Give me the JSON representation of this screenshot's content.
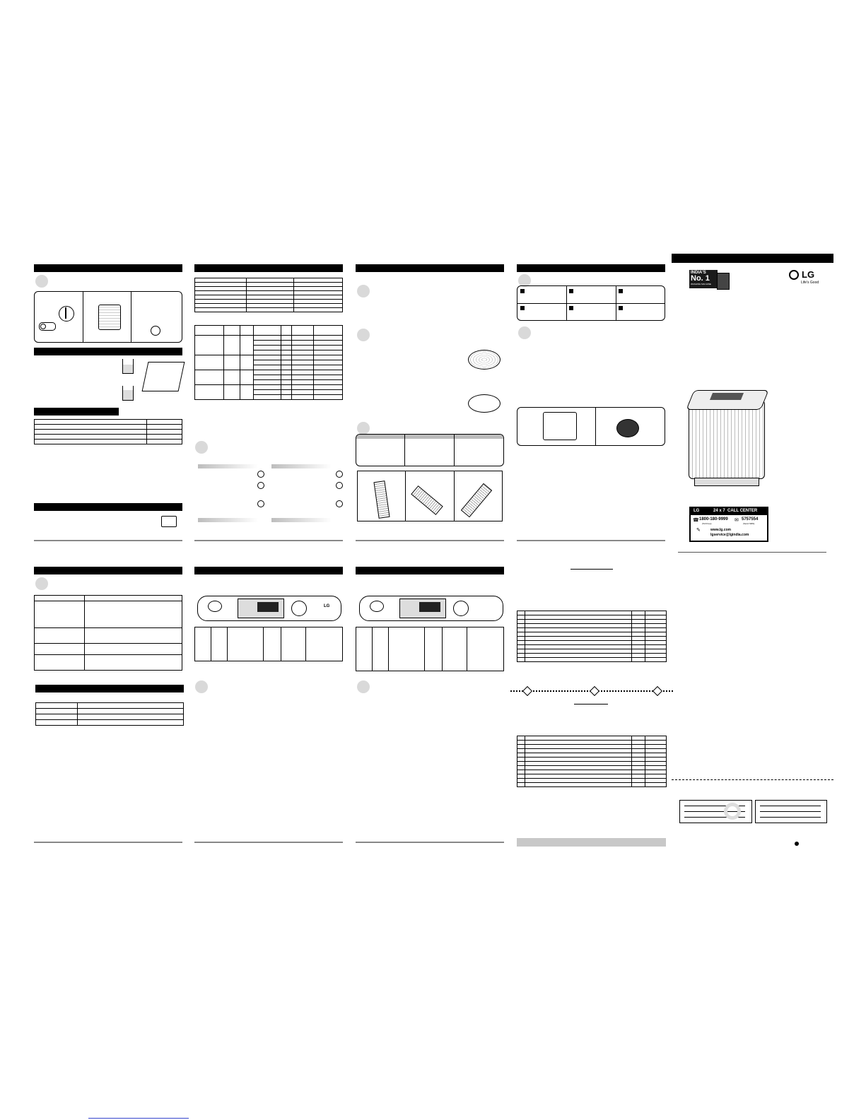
{
  "cover": {
    "badge_line1": "INDIA'S",
    "badge_line2": "No. 1",
    "badge_line3": "WASHING MACHINE",
    "brand": "LG",
    "tagline": "Life's Good"
  },
  "call_center": {
    "brand": "LG",
    "title": "24 x 7  CALL CENTER",
    "phone": "1800-180-9999",
    "phone_note": "(Toll Free)",
    "sms": "5757554",
    "sms_note": "(Send SMS)",
    "web": "www.lg.com",
    "email": "lgservice@lgindia.com"
  },
  "panel": {
    "brand": "LG"
  },
  "colors": {
    "bar": "#000000",
    "rule": "#888888",
    "circle": "#d9d9d9"
  }
}
